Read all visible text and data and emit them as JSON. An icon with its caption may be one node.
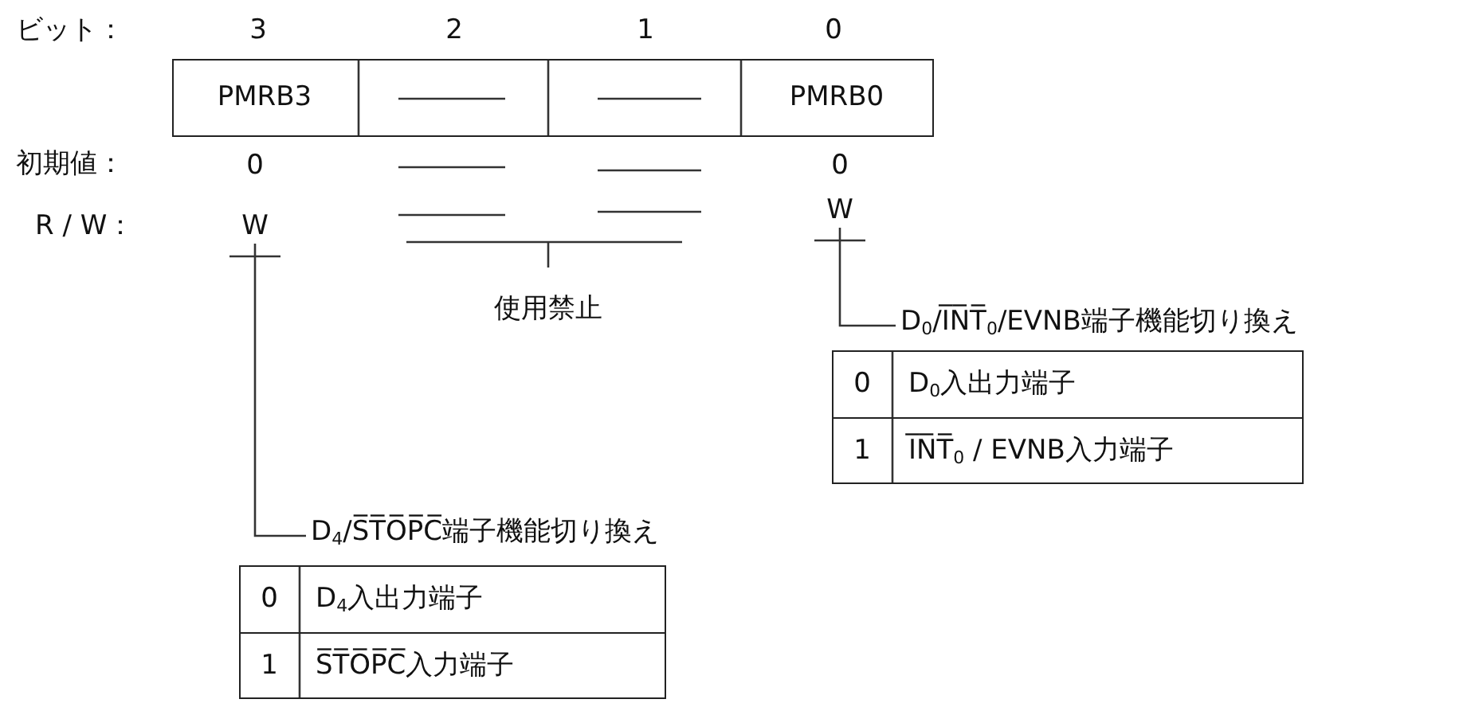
{
  "diagram": {
    "nodes": [
      {
        "text": [
          "W"
        ]
      },
      {
        "text": [
          "W"
        ]
      },
      {
        "text": [
          "D$_{0}$/I̅N̅T̅$_{0}$/EVNB端子機能切り換え"
        ]
      },
      {
        "text": [
          "D$_{4}$/S̅T̅O̅P̅C̅端子機能切り換え"
        ]
      }
    ],
    "edges": [
      {
        "from": 1,
        "to": 2,
        "arrow": "none"
      },
      {
        "from": 0,
        "to": 3,
        "arrow": "none"
      }
    ],
    "labels": [
      "ビット：",
      "3",
      "2",
      "1",
      "0",
      "PMRB3",
      "PMRB0",
      "初期値：",
      "0",
      "0",
      "R / W：",
      "使用禁止",
      "0",
      "D$_{0}$入出力端子",
      "1",
      "I̅N̅T̅$_{0}$ / EVNB入力端子",
      "0",
      "D$_{4}$入出力端子",
      "1",
      "S̅T̅O̅P̅C̅入力端子"
    ]
  }
}
